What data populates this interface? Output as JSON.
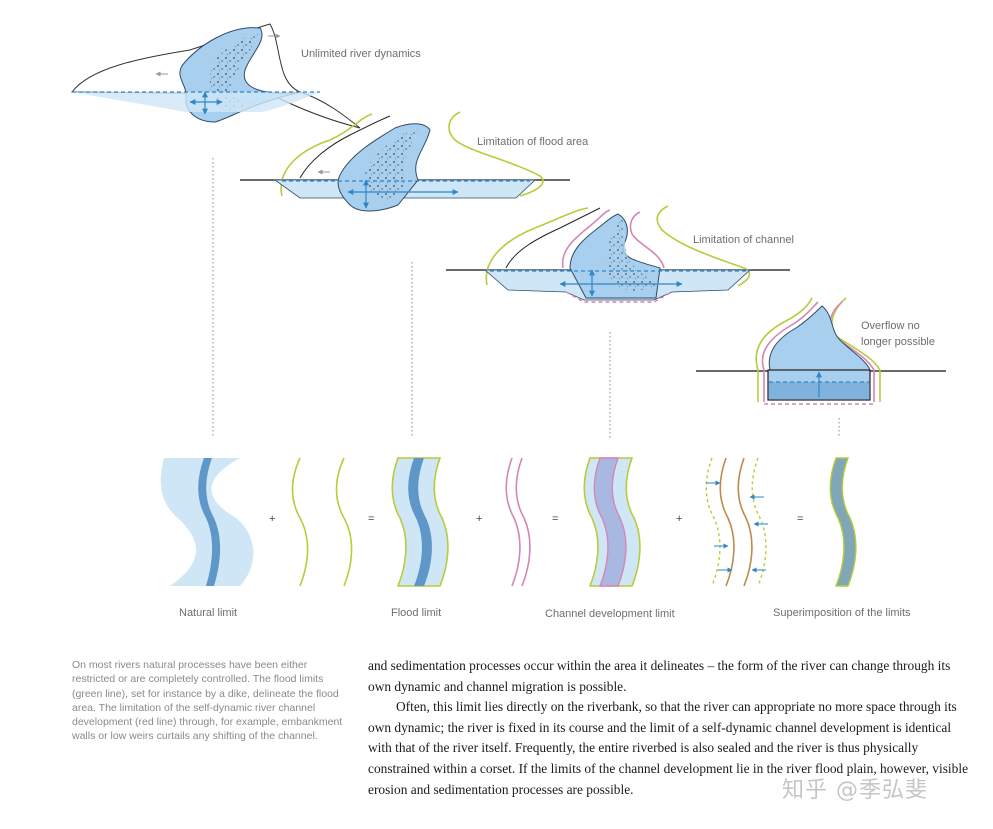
{
  "diagram": {
    "stage_labels": {
      "unlimited": "Unlimited river dynamics",
      "flood_area": "Limitation of flood area",
      "channel": "Limitation of channel",
      "overflow_line1": "Overflow no",
      "overflow_line2": "longer possible"
    },
    "equation": {
      "natural": "Natural limit",
      "flood": "Flood limit",
      "channel": "Channel development limit",
      "superimposition": "Superimposition of the limits",
      "plus": "+",
      "equals": "="
    },
    "colors": {
      "water_light": "#cfe6f7",
      "water_mid": "#a9cfee",
      "water_dark": "#5f97c8",
      "flood_limit": "#b8cc3a",
      "channel_limit": "#d486b4",
      "arrow": "#2f86c9",
      "superimposition_channel": "#7fa7b8"
    }
  },
  "caption": "On most rivers natural processes have been either restricted or are completely controlled. The flood limits (green line), set for instance by a dike, delineate the flood area. The limitation of the self-dynamic river channel development (red line) through, for example, embankment walls or low weirs curtails any shifting of the channel.",
  "body": {
    "para1": "and sedimentation processes occur within the area it delineates – the form of the river can change through its own dynamic and channel migration is possible.",
    "para2": "Often, this limit lies directly on the riverbank, so that the river can appropriate no more space through its own dynamic; the river is fixed in its course and the limit of a self-dynamic channel development is identical with that of the river itself. Frequently, the entire riverbed is also sealed and the river is thus physically constrained within a corset. If the limits of the channel development lie in the river flood plain, however, visible erosion and sedimentation processes are possible."
  },
  "watermark": "知乎 @季弘斐"
}
